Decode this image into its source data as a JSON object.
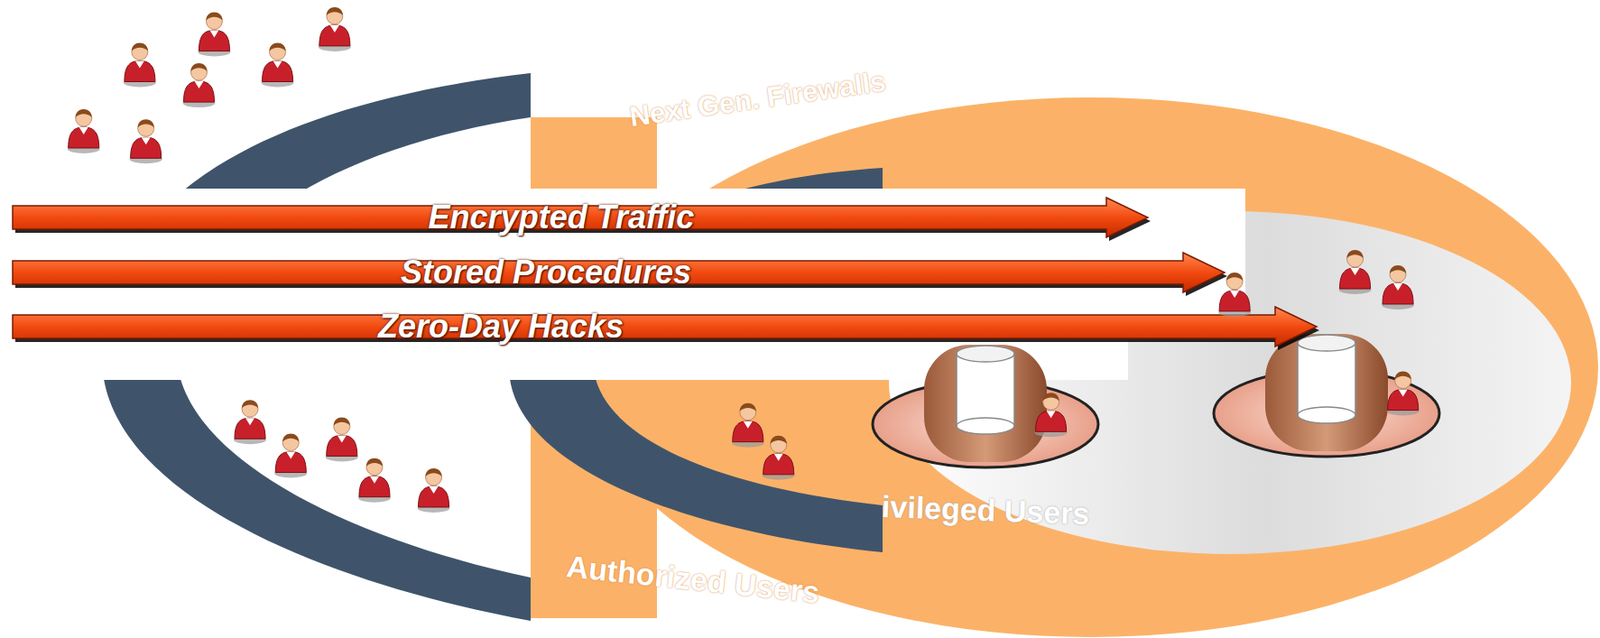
{
  "diagram": {
    "nodes": [
      {
        "text": [
          "Next Gen. Firewalls",
          "Authorized Users"
        ]
      },
      {
        "text": [
          "ivileged Users"
        ],
        "in": 0
      }
    ],
    "labels": [
      "Encrypted Traffic",
      "Stored Procedures",
      "Zero-Day Hacks"
    ]
  }
}
